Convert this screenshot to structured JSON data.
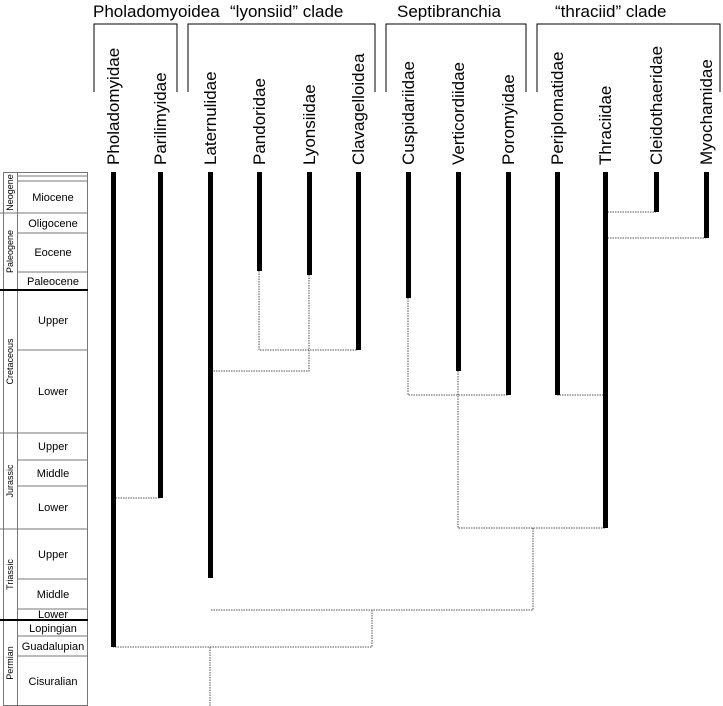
{
  "clades": [
    {
      "label": "Pholadomyoidea"
    },
    {
      "label": "“lyonsiid” clade"
    },
    {
      "label": "Septibranchia"
    },
    {
      "label": "“thraciid” clade"
    }
  ],
  "taxa": [
    {
      "label": "Pholadomyidae"
    },
    {
      "label": "Parilimyidae"
    },
    {
      "label": "Laternulidae"
    },
    {
      "label": "Pandoridae"
    },
    {
      "label": "Lyonsiidae"
    },
    {
      "label": "Clavagelloidea"
    },
    {
      "label": "Cuspidariidae"
    },
    {
      "label": "Verticordiidae"
    },
    {
      "label": "Poromyidae"
    },
    {
      "label": "Periplomatidae"
    },
    {
      "label": "Thraciidae"
    },
    {
      "label": "Cleidothaeridae"
    },
    {
      "label": "Myochamidae"
    }
  ],
  "periods": [
    {
      "label": "Neogene"
    },
    {
      "label": "Paleogene"
    },
    {
      "label": "Cretaceous"
    },
    {
      "label": "Jurassic"
    },
    {
      "label": "Triassic"
    },
    {
      "label": "Permian"
    }
  ],
  "epochs": [
    {
      "label": "Miocene"
    },
    {
      "label": "Oligocene"
    },
    {
      "label": "Eocene"
    },
    {
      "label": "Paleocene"
    },
    {
      "label": "Upper"
    },
    {
      "label": "Lower"
    },
    {
      "label": "Upper"
    },
    {
      "label": "Middle"
    },
    {
      "label": "Lower"
    },
    {
      "label": "Upper"
    },
    {
      "label": "Middle"
    },
    {
      "label": "Lower"
    },
    {
      "label": "Lopingian"
    },
    {
      "label": "Guadalupian"
    },
    {
      "label": "Cisuralian"
    }
  ]
}
